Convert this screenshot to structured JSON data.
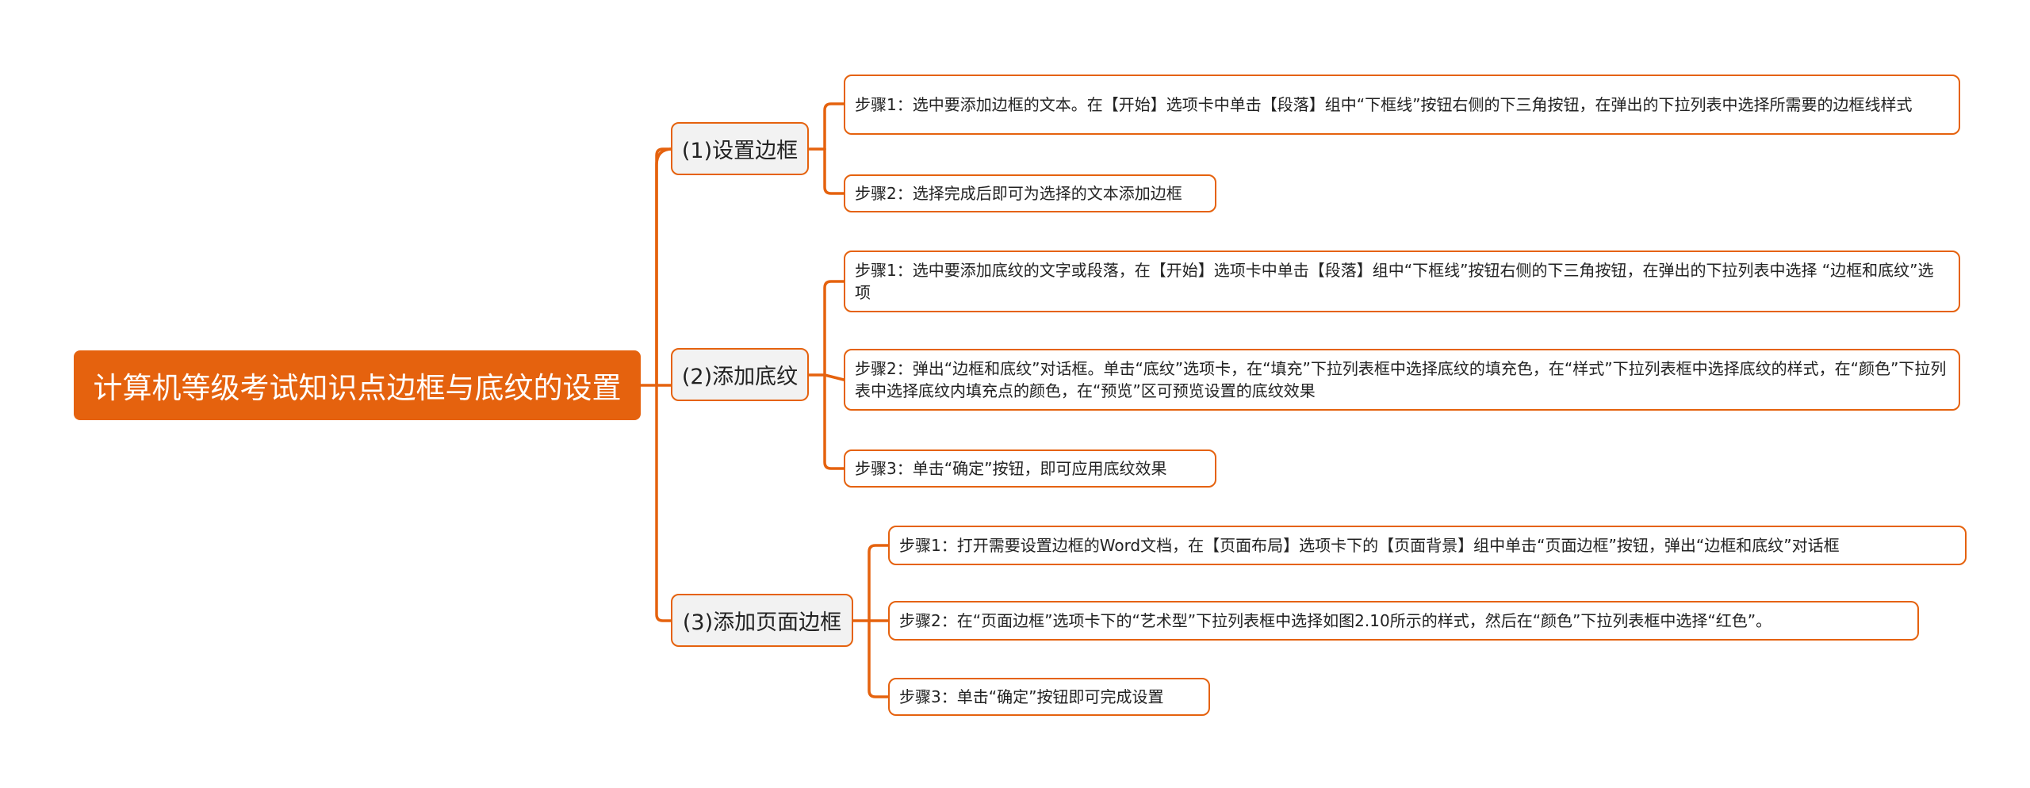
{
  "colors": {
    "accent": "#e5620e",
    "branch_fill": "#f2f2f2",
    "leaf_fill": "#ffffff"
  },
  "root": {
    "title": "计算机等级考试知识点边框与底纹的设置"
  },
  "branches": [
    {
      "label": "(1)设置边框",
      "steps": [
        "步骤1：选中要添加边框的文本。在【开始】选项卡中单击【段落】组中“下框线”按钮右侧的下三角按钮，在弹出的下拉列表中选择所需要的边框线样式",
        "步骤2：选择完成后即可为选择的文本添加边框"
      ]
    },
    {
      "label": "(2)添加底纹",
      "steps": [
        "步骤1：选中要添加底纹的文字或段落，在【开始】选项卡中单击【段落】组中“下框线”按钮右侧的下三角按钮，在弹出的下拉列表中选择 “边框和底纹”选项",
        "步骤2：弹出“边框和底纹”对话框。单击“底纹”选项卡，在“填充”下拉列表框中选择底纹的填充色，在“样式”下拉列表框中选择底纹的样式，在“颜色”下拉列表中选择底纹内填充点的颜色，在“预览”区可预览设置的底纹效果",
        "步骤3：单击“确定”按钮，即可应用底纹效果"
      ]
    },
    {
      "label": "(3)添加页面边框",
      "steps": [
        "步骤1：打开需要设置边框的Word文档，在【页面布局】选项卡下的【页面背景】组中单击“页面边框”按钮，弹出“边框和底纹”对话框",
        "步骤2：在“页面边框”选项卡下的“艺术型”下拉列表框中选择如图2.10所示的样式，然后在“颜色”下拉列表框中选择“红色”。",
        "步骤3：单击“确定”按钮即可完成设置"
      ]
    }
  ]
}
